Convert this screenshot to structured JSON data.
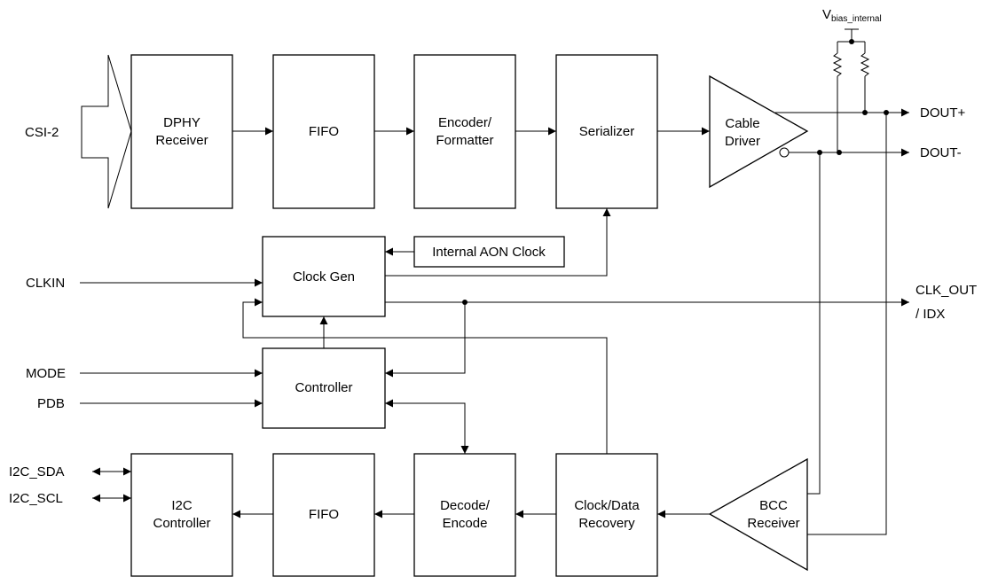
{
  "inputs": {
    "csi2": "CSI-2",
    "clkin": "CLKIN",
    "mode": "MODE",
    "pdb": "PDB",
    "i2c_sda": "I2C_SDA",
    "i2c_scl": "I2C_SCL"
  },
  "outputs": {
    "dout_plus": "DOUT+",
    "dout_minus": "DOUT-",
    "clk_out_line1": "CLK_OUT",
    "clk_out_line2": "/ IDX"
  },
  "bias": {
    "main": "V",
    "subscript": "bias_internal"
  },
  "blocks": {
    "dphy": [
      "DPHY",
      "Receiver"
    ],
    "fifo_top": [
      "FIFO"
    ],
    "encoder": [
      "Encoder/",
      "Formatter"
    ],
    "serializer": [
      "Serializer"
    ],
    "cable_driver": [
      "Cable",
      "Driver"
    ],
    "aon_clock": [
      "Internal AON Clock"
    ],
    "clock_gen": [
      "Clock Gen"
    ],
    "controller": [
      "Controller"
    ],
    "i2c_controller": [
      "I2C",
      "Controller"
    ],
    "fifo_bottom": [
      "FIFO"
    ],
    "decode": [
      "Decode/",
      "Encode"
    ],
    "cdr": [
      "Clock/Data",
      "Recovery"
    ],
    "bcc_receiver": [
      "BCC",
      "Receiver"
    ]
  }
}
